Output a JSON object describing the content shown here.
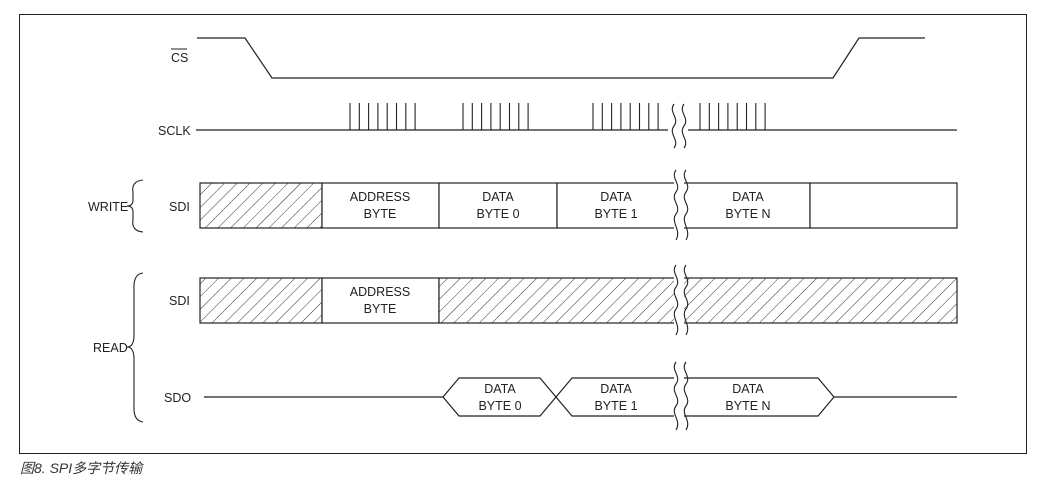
{
  "signals": {
    "cs": "CS",
    "sclk": "SCLK",
    "write": "WRITE",
    "read": "READ",
    "sdi_write": "SDI",
    "sdi_read": "SDI",
    "sdo": "SDO"
  },
  "write_row": {
    "address": [
      "ADDRESS",
      "BYTE"
    ],
    "data0": [
      "DATA",
      "BYTE 0"
    ],
    "data1": [
      "DATA",
      "BYTE 1"
    ],
    "datan": [
      "DATA",
      "BYTE N"
    ]
  },
  "read_sdi_row": {
    "address": [
      "ADDRESS",
      "BYTE"
    ]
  },
  "sdo_row": {
    "data0": [
      "DATA",
      "BYTE 0"
    ],
    "data1": [
      "DATA",
      "BYTE 1"
    ],
    "datan": [
      "DATA",
      "BYTE N"
    ]
  },
  "caption": "图8. SPI多字节传输"
}
